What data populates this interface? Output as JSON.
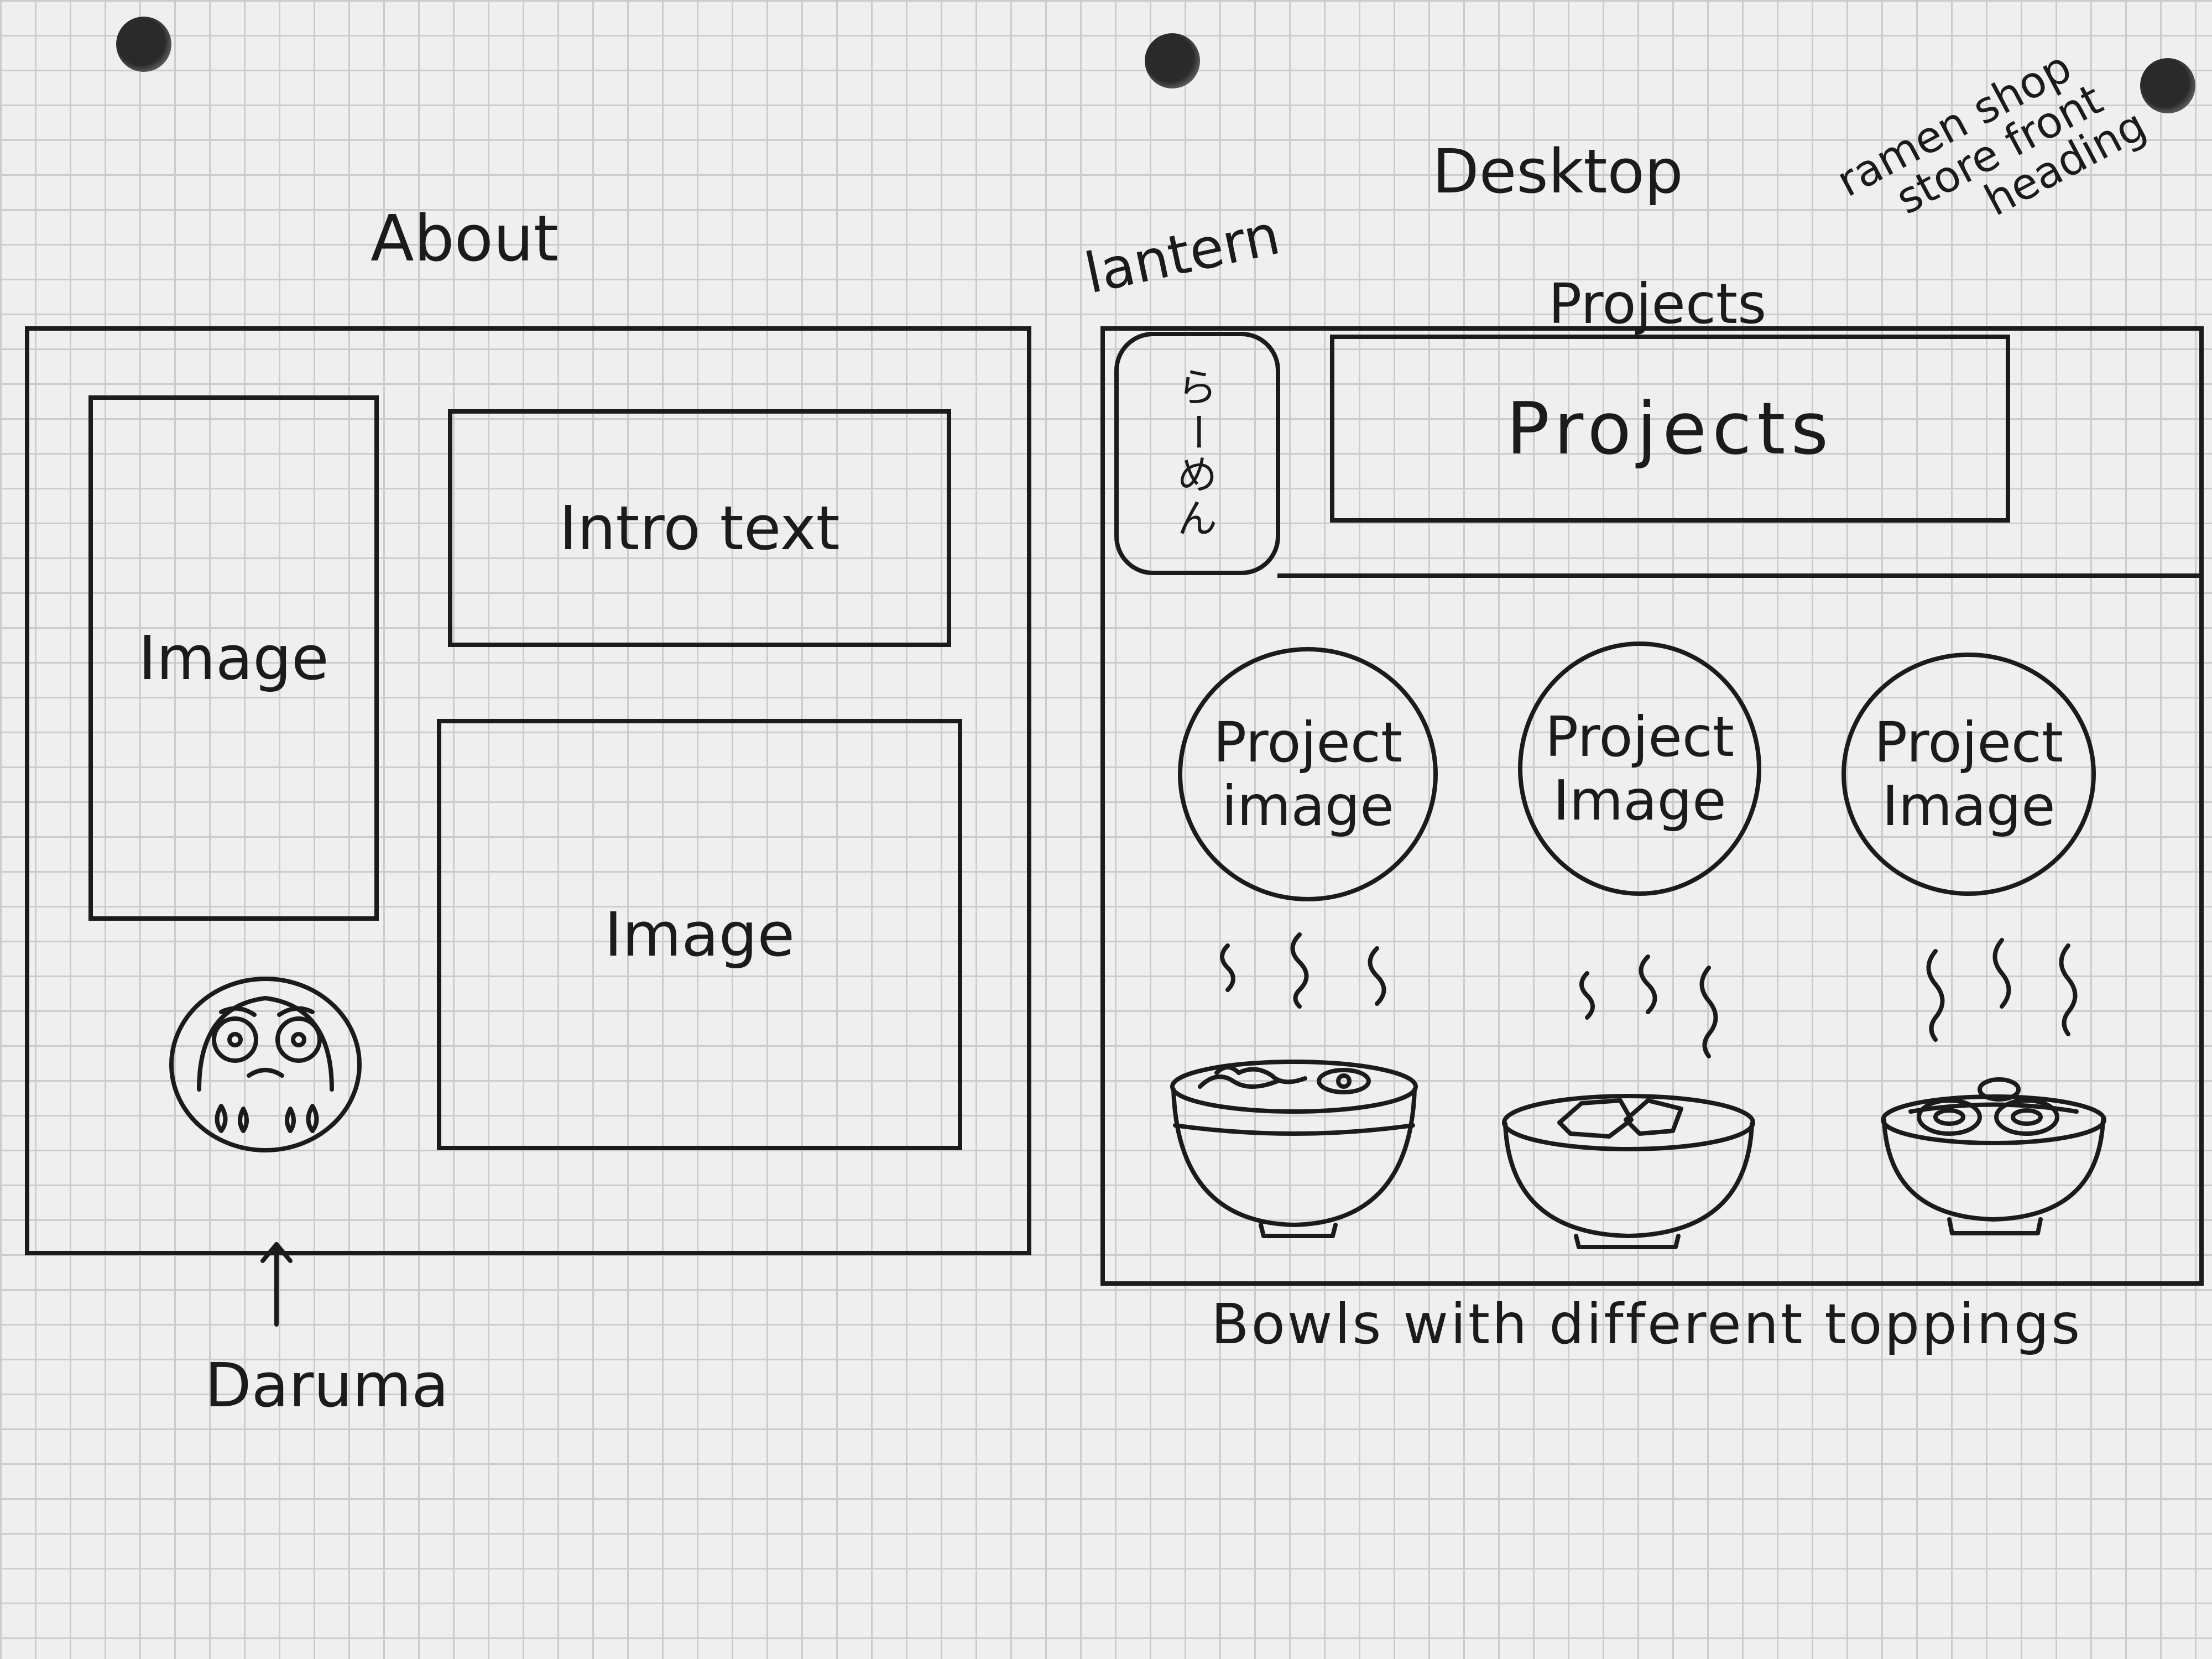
{
  "headings": {
    "about": "About",
    "desktop": "Desktop"
  },
  "annotations": {
    "lantern": "lantern",
    "projects": "Projects",
    "ramen_heading": [
      "ramen shop",
      "store front",
      "heading"
    ],
    "daruma": "Daruma",
    "bowls": "Bowls with different toppings"
  },
  "about_frame": {
    "image_left": "Image",
    "intro_text": "Intro text",
    "image_right": "Image"
  },
  "desktop_frame": {
    "lantern_chars": [
      "ら",
      "ー",
      "め",
      "ん"
    ],
    "projects_banner": "Projects",
    "project_circles": [
      [
        "Project",
        "image"
      ],
      [
        "Project",
        "Image"
      ],
      [
        "Project",
        "Image"
      ]
    ]
  },
  "icons": [
    "daruma-doll-icon",
    "ramen-bowl-icon",
    "steam-icon",
    "lantern-icon",
    "arrow-up-icon"
  ],
  "colors": {
    "ink": "#1b1b1b",
    "paper": "#efefef",
    "grid": "#c9ccd2"
  }
}
